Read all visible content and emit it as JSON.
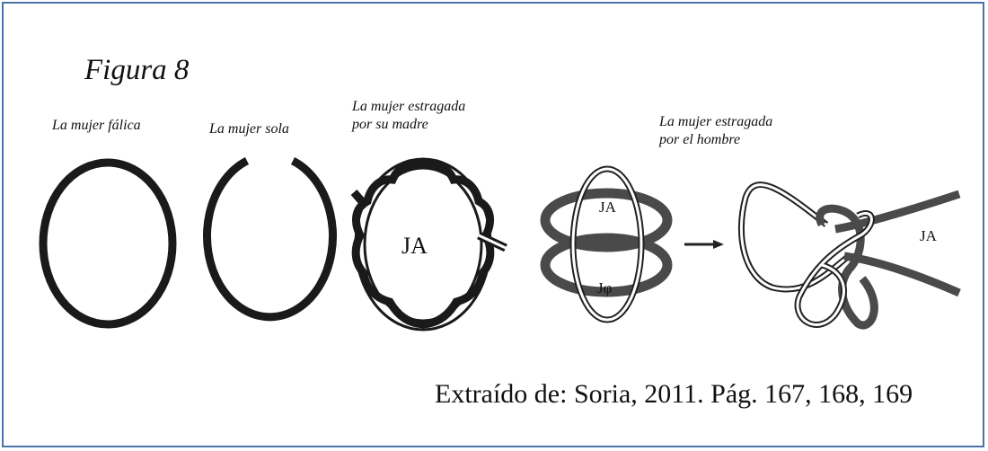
{
  "figure": {
    "title": "Figura 8",
    "source": "Extraído de: Soria, 2011. Pág. 167, 168, 169",
    "border_color": "#4a74a8"
  },
  "panels": [
    {
      "caption_lines": [
        "La mujer fálica"
      ]
    },
    {
      "caption_lines": [
        "La mujer sola"
      ]
    },
    {
      "caption_lines": [
        "La mujer estragada",
        "por su madre"
      ],
      "label": "JA"
    },
    {
      "label_top": "JA",
      "label_bottom": "Jφ"
    },
    {
      "caption_lines": [
        "La mujer estragada",
        "por el hombre"
      ],
      "label": "JA"
    }
  ]
}
